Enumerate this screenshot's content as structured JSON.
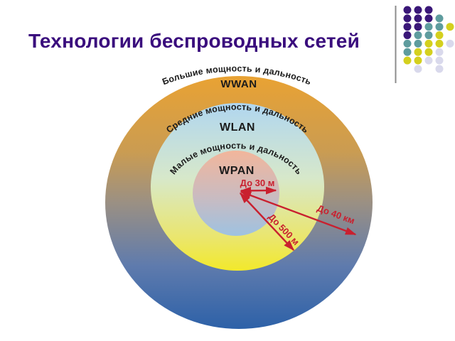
{
  "slide": {
    "title": "Технологии беспроводных сетей"
  },
  "colors": {
    "title": "#3A0D7D",
    "text": "#1B1B1B",
    "red": "#C9202F",
    "line": "#8C8C8C"
  },
  "decoration": {
    "dot_colors": {
      "P": "#3A1778",
      "T": "#5E9C9E",
      "Y": "#D4D01E",
      "L": "#D9D9EC"
    },
    "dot_rows": [
      "PPP--",
      "PPPT-",
      "PPTTY",
      "PTTY-",
      "TTYYL",
      "TYYL-",
      "YYLL-",
      "-L-L-"
    ]
  },
  "diagram": {
    "rings": [
      {
        "name": "WWAN",
        "arc_label": "Большие мощность и дальность",
        "range": "До 40 км",
        "gradient": [
          "#E9A233",
          "#CA9C52",
          "#9B9083",
          "#5F7BAD",
          "#2D61A8"
        ]
      },
      {
        "name": "WLAN",
        "arc_label": "Средние мощность и дальность",
        "range": "До 500 м",
        "gradient": [
          "#B0D6F0",
          "#D7E8CA",
          "#EAE66E",
          "#F2E92B"
        ]
      },
      {
        "name": "WPAN",
        "arc_label": "Малые мощность и дальность",
        "range": "До 30 м",
        "gradient": [
          "#F2B69B",
          "#C9BBC1",
          "#9EC2E1"
        ]
      }
    ]
  }
}
